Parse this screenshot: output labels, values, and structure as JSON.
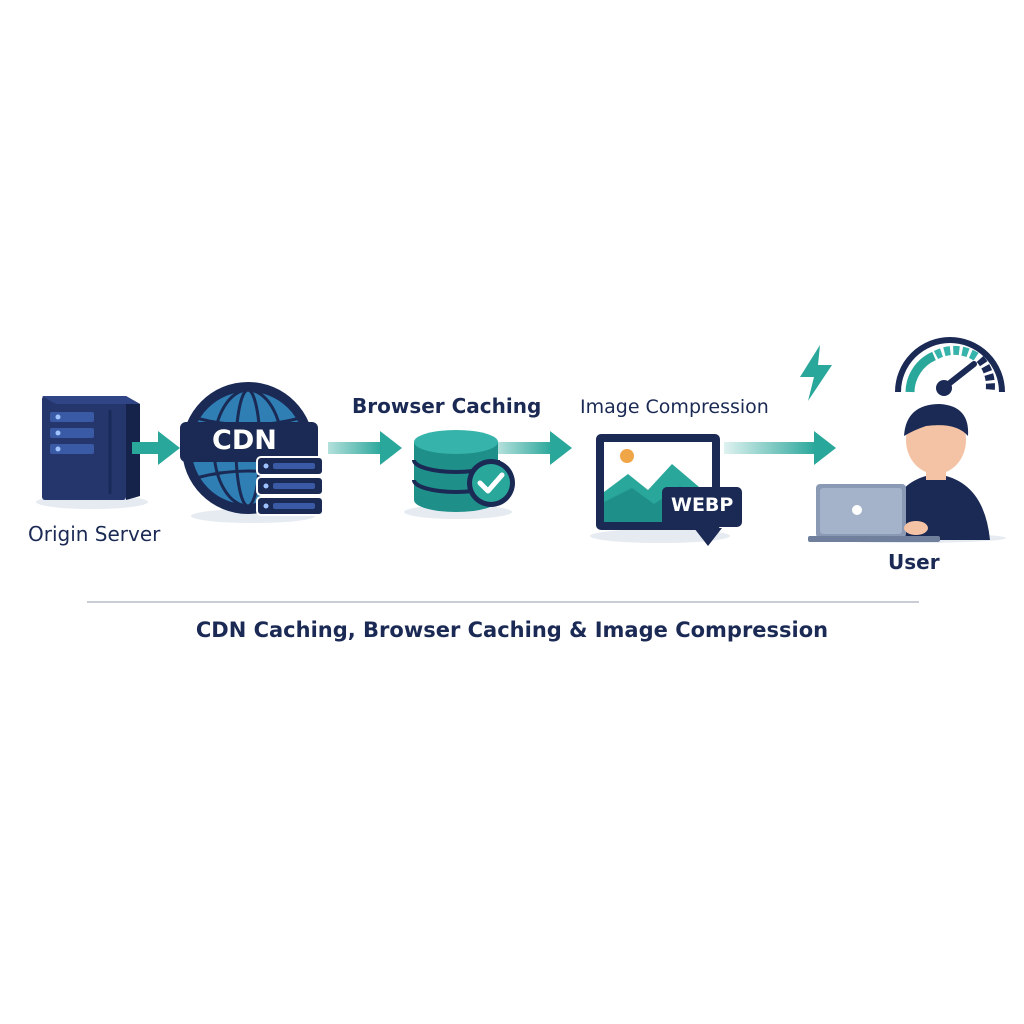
{
  "nodes": {
    "origin": {
      "label": "Origin Server"
    },
    "cdn": {
      "label": "CDN"
    },
    "browser": {
      "label": "Browser Caching"
    },
    "image": {
      "label": "Image Compression",
      "format_badge": "WEBP"
    },
    "user": {
      "label": "User"
    }
  },
  "caption": "CDN Caching, Browser Caching & Image Compression",
  "colors": {
    "navy": "#1b2a55",
    "teal": "#2aa79b",
    "globe_blue": "#2f7fb5",
    "light_shadow": "#e6ebf2"
  },
  "icons": {
    "origin": "server-tower-icon",
    "cdn": "globe-icon",
    "cdn_stack": "server-stack-icon",
    "browser": "database-icon",
    "browser_check": "checkmark-icon",
    "image": "image-file-icon",
    "download": "download-arrow-icon",
    "speed": "speedometer-icon",
    "fast": "lightning-icon",
    "user": "user-with-laptop-icon"
  }
}
